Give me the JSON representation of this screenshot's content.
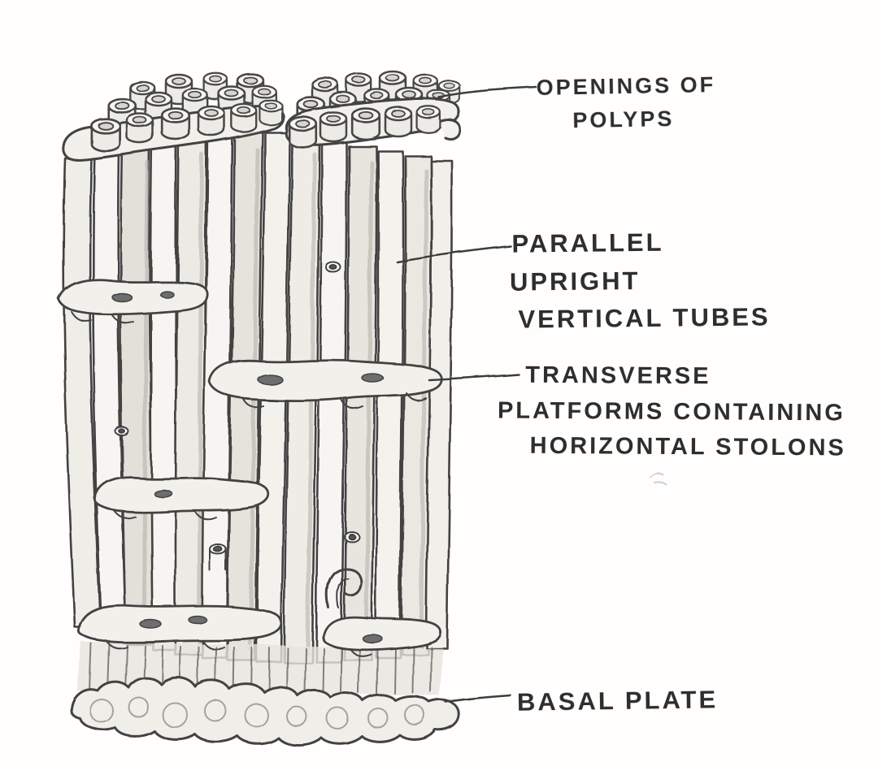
{
  "colors": {
    "ink": "#434343",
    "paper": "#fffefd",
    "tube_shade": "#b3afa7",
    "stolon_hole": "#6e6e6e"
  },
  "labels": {
    "openings": {
      "line1": "OPENINGS OF",
      "line2": "POLYPS"
    },
    "tubes": {
      "line1": "PARALLEL",
      "line2": "UPRIGHT",
      "line3": "VERTICAL TUBES"
    },
    "platforms": {
      "line1": "TRANSVERSE",
      "line2": "PLATFORMS CONTAINING",
      "line3": "HORIZONTAL STOLONS"
    },
    "basal": {
      "line1": "BASAL PLATE"
    }
  }
}
